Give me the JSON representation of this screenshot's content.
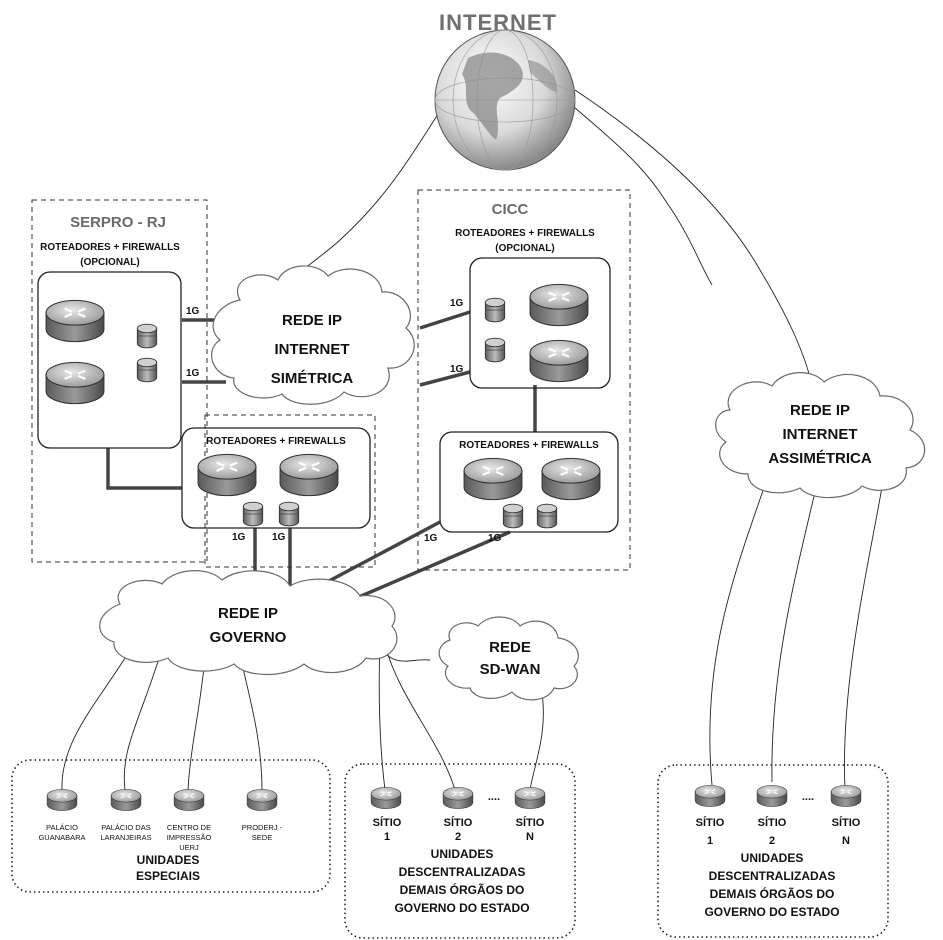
{
  "internet": {
    "title": "INTERNET"
  },
  "serpro": {
    "title": "SERPRO - RJ",
    "top_box_label_1": "ROTEADORES + FIREWALLS",
    "top_box_label_2": "(OPCIONAL)",
    "bottom_box_label": "ROTEADORES + FIREWALLS"
  },
  "cicc": {
    "title": "CICC",
    "top_box_label_1": "ROTEADORES + FIREWALLS",
    "top_box_label_2": "(OPCIONAL)",
    "bottom_box_label": "ROTEADORES + FIREWALLS"
  },
  "clouds": {
    "simetrica": [
      "REDE IP",
      "INTERNET",
      "SIMÉTRICA"
    ],
    "assimetrica": [
      "REDE IP",
      "INTERNET",
      "ASSIMÉTRICA"
    ],
    "governo": [
      "REDE IP",
      "GOVERNO"
    ],
    "sdwan": [
      "REDE",
      "SD-WAN"
    ]
  },
  "link_label": "1G",
  "unidades_especiais": {
    "sites": [
      [
        "PALÁCIO",
        "GUANABARA"
      ],
      [
        "PALÁCIO DAS",
        "LARANJEIRAS"
      ],
      [
        "CENTRO DE",
        "IMPRESSÃO",
        "UERJ"
      ],
      [
        "PRODERJ -",
        "SEDE"
      ]
    ],
    "title": [
      "UNIDADES",
      "ESPECIAIS"
    ]
  },
  "descentralizadas_sdwan": {
    "sites": [
      [
        "SÍTIO",
        "1"
      ],
      [
        "SÍTIO",
        "2"
      ],
      [
        "SÍTIO",
        "N"
      ]
    ],
    "ellipsis": "....",
    "title": [
      "UNIDADES",
      "DESCENTRALIZADAS",
      "DEMAIS ÓRGÃOS DO",
      "GOVERNO DO ESTADO"
    ]
  },
  "descentralizadas_internet": {
    "sites": [
      [
        "SÍTIO",
        "1"
      ],
      [
        "SÍTIO",
        "2"
      ],
      [
        "SÍTIO",
        "N"
      ]
    ],
    "ellipsis": "....",
    "title": [
      "UNIDADES",
      "DESCENTRALIZADAS",
      "DEMAIS ÓRGÃOS DO",
      "GOVERNO DO ESTADO"
    ]
  }
}
